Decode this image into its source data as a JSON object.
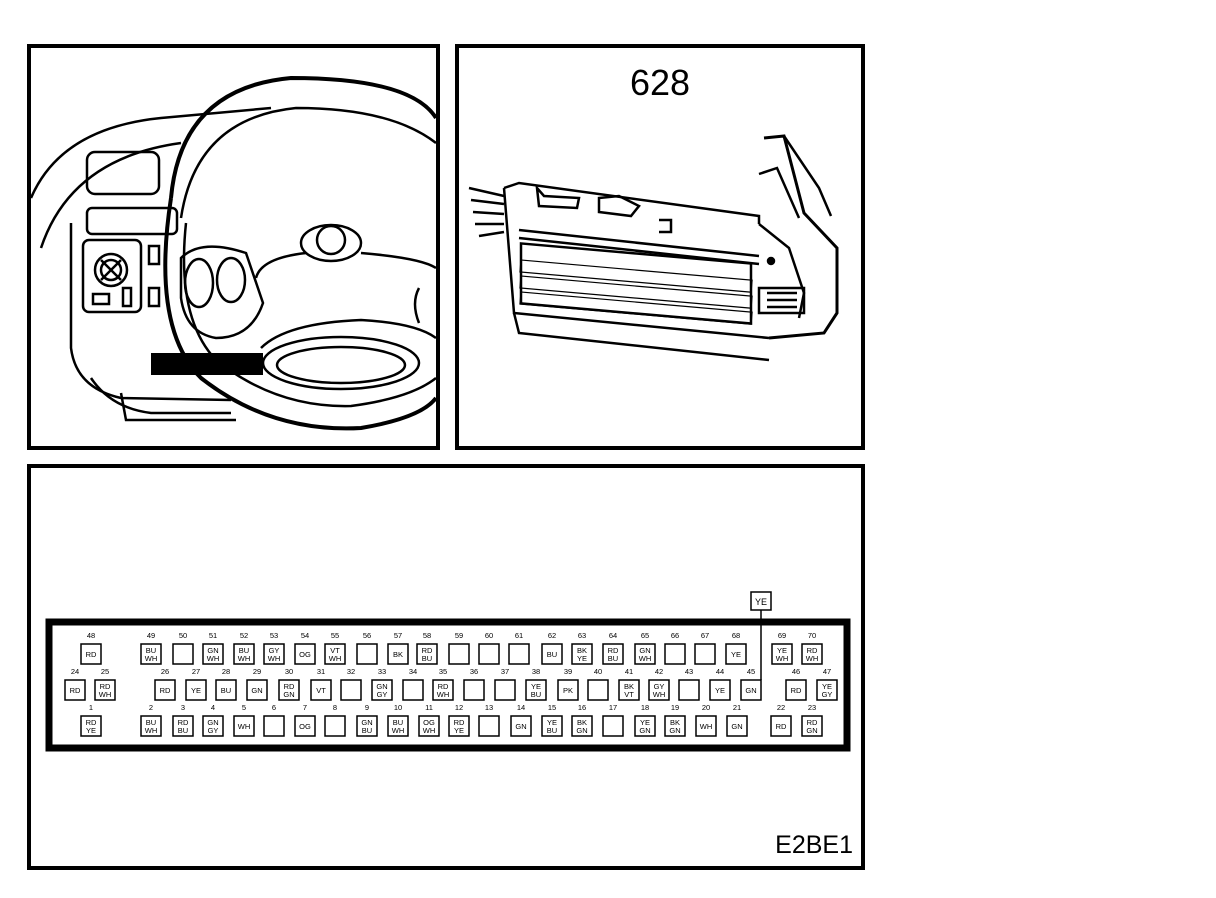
{
  "connector": {
    "number": "628",
    "diagram_code": "E2BE1",
    "callout": "YE"
  },
  "rows": {
    "top": [
      {
        "n": "48",
        "c": [
          "RD"
        ]
      },
      {
        "n": "49",
        "c": [
          "BU",
          "WH"
        ]
      },
      {
        "n": "50",
        "c": []
      },
      {
        "n": "51",
        "c": [
          "GN",
          "WH"
        ]
      },
      {
        "n": "52",
        "c": [
          "BU",
          "WH"
        ]
      },
      {
        "n": "53",
        "c": [
          "GY",
          "WH"
        ]
      },
      {
        "n": "54",
        "c": [
          "OG"
        ]
      },
      {
        "n": "55",
        "c": [
          "VT",
          "WH"
        ]
      },
      {
        "n": "56",
        "c": []
      },
      {
        "n": "57",
        "c": [
          "BK"
        ]
      },
      {
        "n": "58",
        "c": [
          "RD",
          "BU"
        ]
      },
      {
        "n": "59",
        "c": []
      },
      {
        "n": "60",
        "c": []
      },
      {
        "n": "61",
        "c": []
      },
      {
        "n": "62",
        "c": [
          "BU"
        ]
      },
      {
        "n": "63",
        "c": [
          "BK",
          "YE"
        ]
      },
      {
        "n": "64",
        "c": [
          "RD",
          "BU"
        ]
      },
      {
        "n": "65",
        "c": [
          "GN",
          "WH"
        ]
      },
      {
        "n": "66",
        "c": []
      },
      {
        "n": "67",
        "c": []
      },
      {
        "n": "68",
        "c": [
          "YE"
        ]
      },
      {
        "n": "69",
        "c": [
          "YE",
          "WH"
        ]
      },
      {
        "n": "70",
        "c": [
          "RD",
          "WH"
        ]
      }
    ],
    "middle": [
      {
        "n": "24",
        "c": [
          "RD"
        ]
      },
      {
        "n": "25",
        "c": [
          "RD",
          "WH"
        ]
      },
      {
        "n": "26",
        "c": [
          "RD"
        ]
      },
      {
        "n": "27",
        "c": [
          "YE"
        ]
      },
      {
        "n": "28",
        "c": [
          "BU"
        ]
      },
      {
        "n": "29",
        "c": [
          "GN"
        ]
      },
      {
        "n": "30",
        "c": [
          "RD",
          "GN"
        ]
      },
      {
        "n": "31",
        "c": [
          "VT"
        ]
      },
      {
        "n": "32",
        "c": []
      },
      {
        "n": "33",
        "c": [
          "GN",
          "GY"
        ]
      },
      {
        "n": "34",
        "c": []
      },
      {
        "n": "35",
        "c": [
          "RD",
          "WH"
        ]
      },
      {
        "n": "36",
        "c": []
      },
      {
        "n": "37",
        "c": []
      },
      {
        "n": "38",
        "c": [
          "YE",
          "BU"
        ]
      },
      {
        "n": "39",
        "c": [
          "PK"
        ]
      },
      {
        "n": "40",
        "c": []
      },
      {
        "n": "41",
        "c": [
          "BK",
          "VT"
        ]
      },
      {
        "n": "42",
        "c": [
          "GY",
          "WH"
        ]
      },
      {
        "n": "43",
        "c": []
      },
      {
        "n": "44",
        "c": [
          "YE"
        ]
      },
      {
        "n": "45",
        "c": [
          "GN"
        ]
      },
      {
        "n": "46",
        "c": [
          "RD"
        ]
      },
      {
        "n": "47",
        "c": [
          "YE",
          "GY"
        ]
      }
    ],
    "bottom": [
      {
        "n": "1",
        "c": [
          "RD",
          "YE"
        ]
      },
      {
        "n": "2",
        "c": [
          "BU",
          "WH"
        ]
      },
      {
        "n": "3",
        "c": [
          "RD",
          "BU"
        ]
      },
      {
        "n": "4",
        "c": [
          "GN",
          "GY"
        ]
      },
      {
        "n": "5",
        "c": [
          "WH"
        ]
      },
      {
        "n": "6",
        "c": []
      },
      {
        "n": "7",
        "c": [
          "OG"
        ]
      },
      {
        "n": "8",
        "c": []
      },
      {
        "n": "9",
        "c": [
          "GN",
          "BU"
        ]
      },
      {
        "n": "10",
        "c": [
          "BU",
          "WH"
        ]
      },
      {
        "n": "11",
        "c": [
          "OG",
          "WH"
        ]
      },
      {
        "n": "12",
        "c": [
          "RD",
          "YE"
        ]
      },
      {
        "n": "13",
        "c": []
      },
      {
        "n": "14",
        "c": [
          "GN"
        ]
      },
      {
        "n": "15",
        "c": [
          "YE",
          "BU"
        ]
      },
      {
        "n": "16",
        "c": [
          "BK",
          "GN"
        ]
      },
      {
        "n": "17",
        "c": []
      },
      {
        "n": "18",
        "c": [
          "YE",
          "GN"
        ]
      },
      {
        "n": "19",
        "c": [
          "BK",
          "GN"
        ]
      },
      {
        "n": "20",
        "c": [
          "WH"
        ]
      },
      {
        "n": "21",
        "c": [
          "GN"
        ]
      },
      {
        "n": "22",
        "c": [
          "RD"
        ]
      },
      {
        "n": "23",
        "c": [
          "RD",
          "GN"
        ]
      }
    ]
  }
}
